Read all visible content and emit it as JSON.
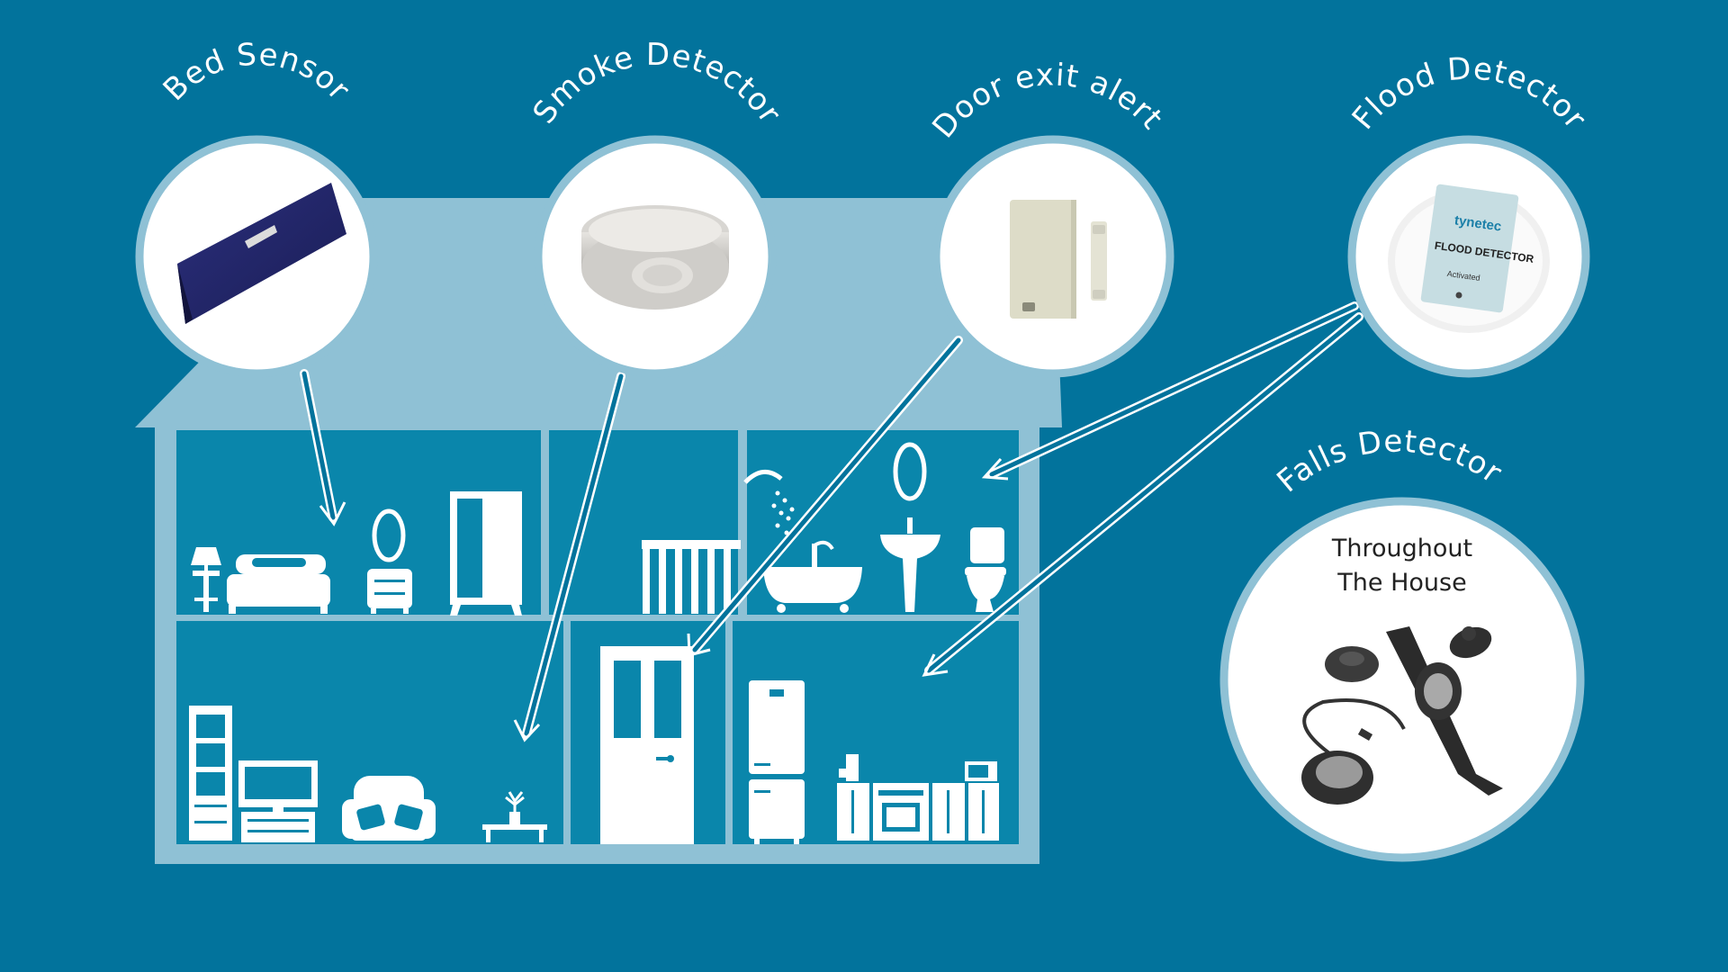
{
  "colors": {
    "background": "#02739c",
    "house": "#8fc1d5",
    "room": "#0a86ab",
    "furniture": "#ffffff",
    "label": "#ffffff"
  },
  "devices": [
    {
      "id": "bed-sensor",
      "label": "Bed Sensor",
      "icon": "bed-sensor-mat"
    },
    {
      "id": "smoke-detector",
      "label": "Smoke Detector",
      "icon": "smoke-alarm"
    },
    {
      "id": "door-exit-alert",
      "label": "Door exit alert",
      "icon": "door-contact-sensor"
    },
    {
      "id": "flood-detector",
      "label": "Flood Detector",
      "icon": "flood-sensor",
      "device_text": {
        "brand": "tynetec",
        "title": "FLOOD DETECTOR",
        "status": "Activated"
      }
    },
    {
      "id": "falls-detector",
      "label": "Falls Detector",
      "icon": "pendant-wristband",
      "sublabel_line1": "Throughout",
      "sublabel_line2": "The House"
    }
  ]
}
